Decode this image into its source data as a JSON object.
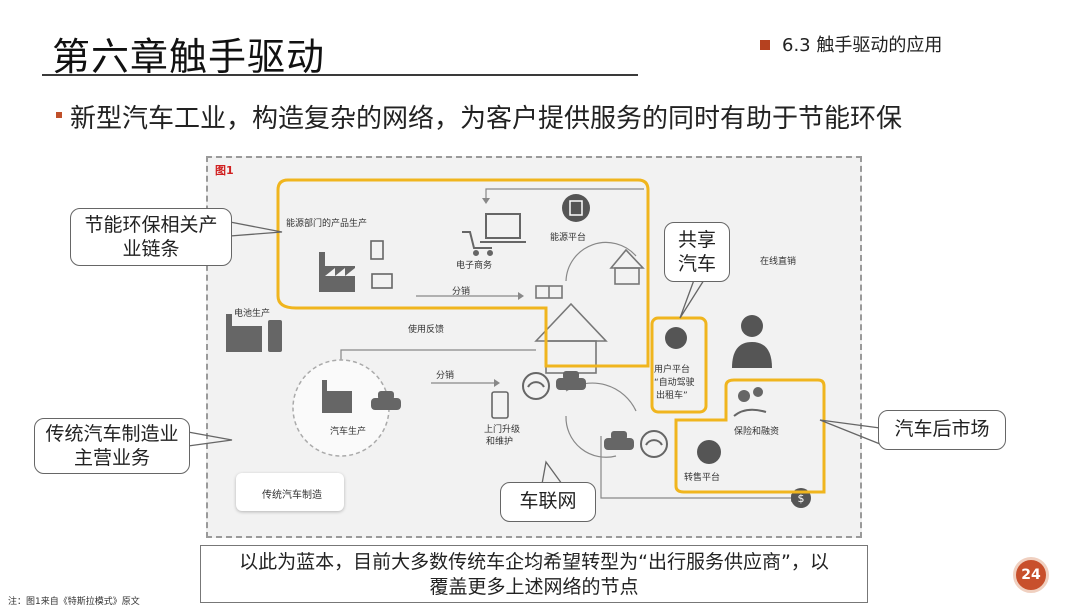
{
  "slide": {
    "title": "第六章触手驱动",
    "section": "6.3 触手驱动的应用",
    "main_point": "新型汽车工业，构造复杂的网络，为客户提供服务的同时有助于节能环保",
    "bottom_note_line1": "以此为蓝本，目前大多数传统车企均希望转型为“出行服务供应商”，以",
    "bottom_note_line2": "覆盖更多上述网络的节点",
    "footnote": "注：图1来自《特斯拉模式》原文",
    "page_number": "24"
  },
  "figure": {
    "label": "图1",
    "nodes": {
      "energy_products": "能源部门的产品生产",
      "ecommerce": "电子商务",
      "energy_platform": "能源平台",
      "online_sales": "在线直销",
      "battery": "电池生产",
      "distribution_top": "分销",
      "usage_feedback": "使用反馈",
      "distribution_mid": "分销",
      "car_production": "汽车生产",
      "upgrade_line1": "上门升级",
      "upgrade_line2": "和维护",
      "user_platform_line1": "用户平台",
      "user_platform_line2": "“自动驾驶",
      "user_platform_line3": "出租车”",
      "insurance": "保险和融资",
      "resale": "转售平台",
      "legacy_mfg": "传统汽车制造"
    }
  },
  "callouts": {
    "energy_chain_line1": "节能环保相关产",
    "energy_chain_line2": "业链条",
    "sharing_line1": "共享",
    "sharing_line2": "汽车",
    "legacy_line1": "传统汽车制造业",
    "legacy_line2": "主营业务",
    "aftermarket": "汽车后市场",
    "iov": "车联网"
  },
  "colors": {
    "accent": "#c0502a",
    "highlight": "#f0b51e",
    "icon": "#555555"
  }
}
